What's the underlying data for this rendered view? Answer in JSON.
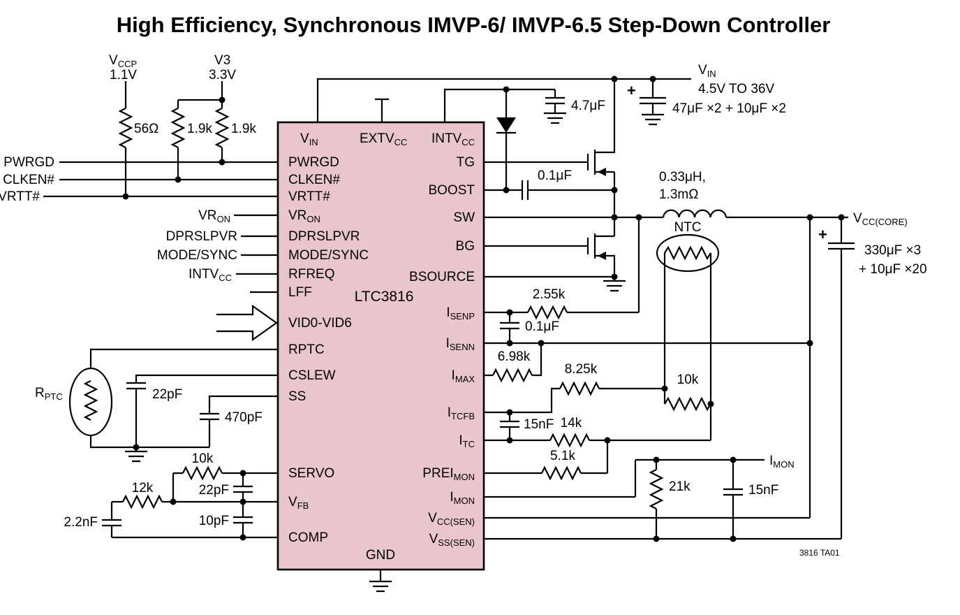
{
  "title": "High Efficiency, Synchronous IMVP-6/ IMVP-6.5 Step-Down Controller",
  "ic": {
    "name": "LTC3816",
    "pins": {
      "vin": {
        "m": "V",
        "s": "IN"
      },
      "extvcc": {
        "m": "EXTV",
        "s": "CC"
      },
      "intvcc": {
        "m": "INTV",
        "s": "CC"
      },
      "pwrgd": {
        "m": "PWRGD",
        "s": ""
      },
      "clken": {
        "m": "CLKEN#",
        "s": ""
      },
      "vrtt": {
        "m": "VRTT#",
        "s": ""
      },
      "vron": {
        "m": "VR",
        "s": "ON"
      },
      "dprslpvr": {
        "m": "DPRSLPVR",
        "s": ""
      },
      "modesync": {
        "m": "MODE/SYNC",
        "s": ""
      },
      "rfreq": {
        "m": "RFREQ",
        "s": ""
      },
      "lff": {
        "m": "LFF",
        "s": ""
      },
      "vid": {
        "m": "VID0-VID6",
        "s": ""
      },
      "rptc": {
        "m": "RPTC",
        "s": ""
      },
      "cslew": {
        "m": "CSLEW",
        "s": ""
      },
      "ss": {
        "m": "SS",
        "s": ""
      },
      "servo": {
        "m": "SERVO",
        "s": ""
      },
      "vfb": {
        "m": "V",
        "s": "FB"
      },
      "comp": {
        "m": "COMP",
        "s": ""
      },
      "gnd": {
        "m": "GND",
        "s": ""
      },
      "tg": {
        "m": "TG",
        "s": ""
      },
      "boost": {
        "m": "BOOST",
        "s": ""
      },
      "sw": {
        "m": "SW",
        "s": ""
      },
      "bg": {
        "m": "BG",
        "s": ""
      },
      "bsource": {
        "m": "BSOURCE",
        "s": ""
      },
      "isenp": {
        "m": "I",
        "s": "SENP"
      },
      "isenn": {
        "m": "I",
        "s": "SENN"
      },
      "imax": {
        "m": "I",
        "s": "MAX"
      },
      "itcfb": {
        "m": "I",
        "s": "TCFB"
      },
      "itc": {
        "m": "I",
        "s": "TC"
      },
      "preimon": {
        "m": "PREI",
        "s": "MON"
      },
      "imon": {
        "m": "I",
        "s": "MON"
      },
      "vccsen": {
        "m": "V",
        "s": "CC(SEN)"
      },
      "vsssen": {
        "m": "V",
        "s": "SS(SEN)"
      }
    }
  },
  "signals": {
    "pwrgd": "PWRGD",
    "clken": "CLKEN#",
    "vrtt": "VRTT#",
    "vron": {
      "m": "VR",
      "s": "ON"
    },
    "dprslpvr": "DPRSLPVR",
    "modesync": "MODE/SYNC",
    "intvcc": {
      "m": "INTV",
      "s": "CC"
    },
    "imon": {
      "m": "I",
      "s": "MON"
    }
  },
  "supplies": {
    "vccp": {
      "m": "V",
      "s": "CCP"
    },
    "vccp_v": "1.1V",
    "v3": "V3",
    "v3_v": "3.3V",
    "vin": {
      "m": "V",
      "s": "IN"
    },
    "vin_range": "4.5V TO 36V",
    "vin_caps": "47μF ×2 + 10μF ×2",
    "vcccore": {
      "m": "V",
      "s": "CC(CORE)"
    },
    "vcccore_caps1": "330μF ×3",
    "vcccore_caps2": "+ 10μF ×20",
    "plus": "+"
  },
  "components": {
    "r56": "56Ω",
    "r1k9a": "1.9k",
    "r1k9b": "1.9k",
    "rptc": {
      "m": "R",
      "s": "PTC"
    },
    "c22p_cslew": "22pF",
    "c470p": "470pF",
    "r10k_servo": "10k",
    "r12k": "12k",
    "c22p_fb": "22pF",
    "c10p": "10pF",
    "c2n2": "2.2nF",
    "c4u7": "4.7μF",
    "c0u1_boost": "0.1μF",
    "ind1": "0.33μH,",
    "ind2": "1.3mΩ",
    "ntc": "NTC",
    "r2k55": "2.55k",
    "c0u1_sense": "0.1μF",
    "r6k98": "6.98k",
    "r8k25": "8.25k",
    "r10k_ntc": "10k",
    "c15n_itc": "15nF",
    "r14k": "14k",
    "r5k1": "5.1k",
    "r21k": "21k",
    "c15n_imon": "15nF"
  },
  "note": "3816 TA01"
}
